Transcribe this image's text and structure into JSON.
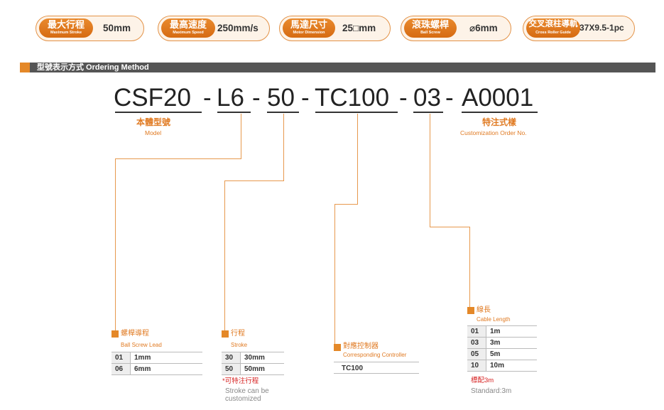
{
  "specs": [
    {
      "zh": "最大行程",
      "en": "Maximum Stroke",
      "value": "50mm"
    },
    {
      "zh": "最高速度",
      "en": "Maximum Speed",
      "value": "250mm/s"
    },
    {
      "zh": "馬達尺寸",
      "en": "Motor Dimension",
      "value": "25□mm"
    },
    {
      "zh": "滾珠螺桿",
      "en": "Ball Screw",
      "value": "⌀6mm"
    },
    {
      "zh": "交叉滾柱導軌",
      "en": "Cross Roller Guide",
      "value": "37X9.5-1pc"
    }
  ],
  "section": {
    "title": "型號表示方式 Ordering Method"
  },
  "model_code": {
    "parts": [
      "CSF20",
      "L6",
      "50",
      "TC100",
      "03",
      "A0001"
    ],
    "separator": "-"
  },
  "labels": {
    "model_zh": "本體型號",
    "model_en": "Model",
    "custom_zh": "特注式樣",
    "custom_en": "Customization Order No."
  },
  "lead": {
    "zh": "螺桿導程",
    "en": "Ball Screw Lead",
    "rows": [
      {
        "code": "01",
        "value": "1mm"
      },
      {
        "code": "06",
        "value": "6mm"
      }
    ]
  },
  "stroke": {
    "zh": "行程",
    "en": "Stroke",
    "rows": [
      {
        "code": "30",
        "value": "30mm"
      },
      {
        "code": "50",
        "value": "50mm"
      }
    ],
    "note_zh": "*可特注行程",
    "note_en": "Stroke can be customized"
  },
  "controller": {
    "zh": "對應控制器",
    "en": "Corresponding Controller",
    "value": "TC100"
  },
  "cable": {
    "zh": "線長",
    "en": "Cable Length",
    "rows": [
      {
        "code": "01",
        "value": "1m"
      },
      {
        "code": "03",
        "value": "3m"
      },
      {
        "code": "05",
        "value": "5m"
      },
      {
        "code": "10",
        "value": "10m"
      }
    ],
    "note_zh": "標配3m",
    "note_en": "Standard:3m"
  }
}
